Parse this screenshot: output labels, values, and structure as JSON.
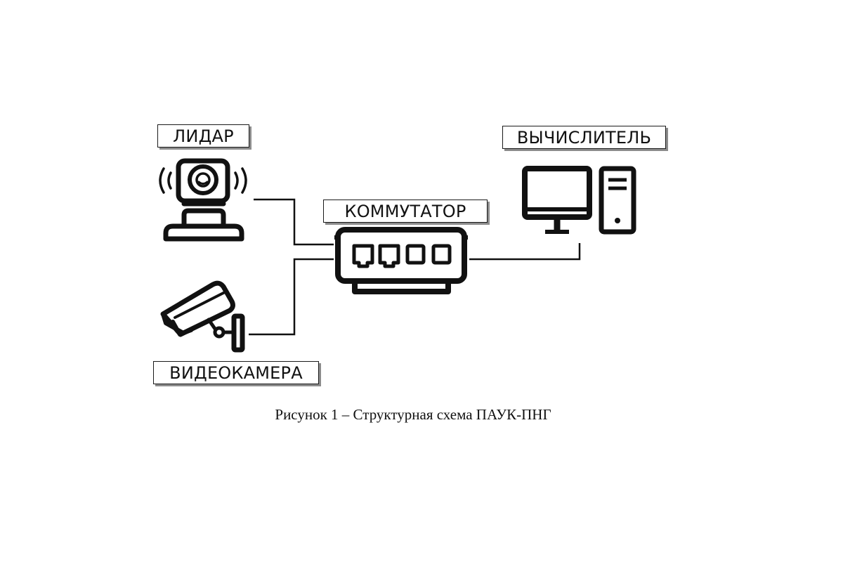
{
  "diagram": {
    "nodes": {
      "lidar": {
        "label": "ЛИДАР",
        "icon": "lidar-sensor-icon"
      },
      "computer": {
        "label": "ВЫЧИСЛИТЕЛЬ",
        "icon": "computer-icon"
      },
      "switch": {
        "label": "КОММУТАТОР",
        "icon": "network-switch-icon"
      },
      "camera": {
        "label": "ВИДЕОКАМЕРА",
        "icon": "surveillance-camera-icon"
      }
    },
    "edges": [
      {
        "from": "lidar",
        "to": "switch"
      },
      {
        "from": "camera",
        "to": "switch"
      },
      {
        "from": "switch",
        "to": "computer"
      }
    ],
    "colors": {
      "stroke": "#111111",
      "shadow": "#8c8c8c",
      "background": "#ffffff"
    }
  },
  "caption": "Рисунок 1 – Структурная схема ПАУК-ПНГ"
}
